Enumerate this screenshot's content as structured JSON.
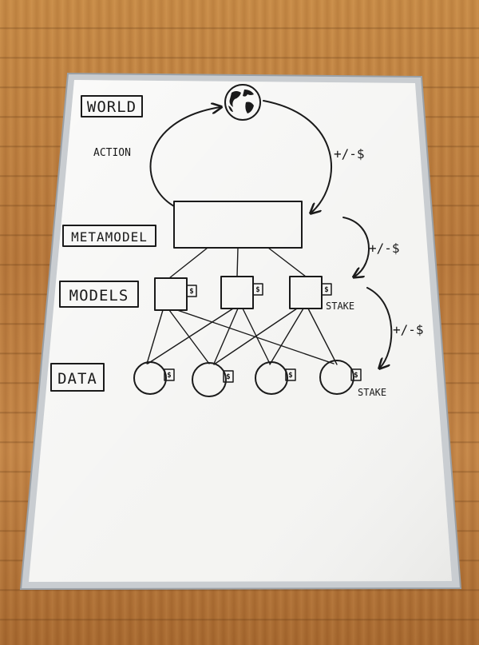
{
  "whiteboard": {
    "labels": {
      "world": "WORLD",
      "metamodel": "METAMODEL",
      "models": "MODELS",
      "data": "DATA"
    },
    "annotations": {
      "action": "ACTION",
      "reward_world": "+/-$",
      "reward_metamodel": "+/-$",
      "reward_models": "+/-$",
      "stake_models": "STAKE",
      "stake_data": "STAKE"
    },
    "stake_symbol": "$"
  }
}
